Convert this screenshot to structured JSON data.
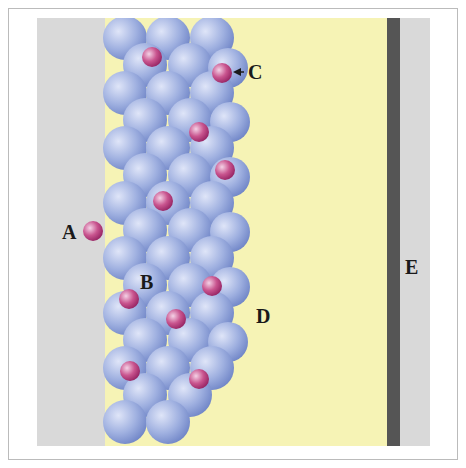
{
  "diagram": {
    "labels": [
      "C",
      "A",
      "B",
      "D",
      "E"
    ]
  }
}
